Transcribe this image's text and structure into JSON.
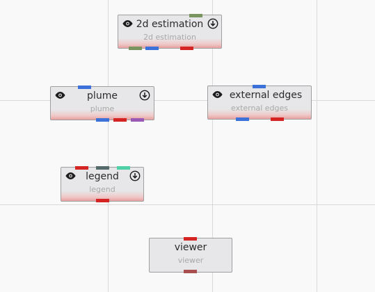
{
  "colors": {
    "background": "#f9f9f9",
    "grid": "#d9d9d9",
    "node_fill": "#e7e7e9",
    "node_border": "#9e9e9e",
    "port_red": "#d42424",
    "port_blue": "#3b71d8",
    "port_olive": "#7a9460",
    "port_purple": "#9b59b6",
    "port_slate": "#556b6b",
    "port_teal": "#4fd1a5",
    "port_brown": "#a94f4f"
  },
  "nodes": [
    {
      "id": "2d-estimation",
      "title": "2d estimation",
      "subtitle": "2d estimation",
      "visible_icon": "eye-icon",
      "download_icon": "download-icon"
    },
    {
      "id": "plume",
      "title": "plume",
      "subtitle": "plume",
      "visible_icon": "eye-icon",
      "download_icon": "download-icon"
    },
    {
      "id": "external-edges",
      "title": "external edges",
      "subtitle": "external edges",
      "visible_icon": "eye-icon"
    },
    {
      "id": "legend",
      "title": "legend",
      "subtitle": "legend",
      "visible_icon": "eye-icon",
      "download_icon": "download-icon"
    },
    {
      "id": "viewer",
      "title": "viewer",
      "subtitle": "viewer"
    }
  ]
}
